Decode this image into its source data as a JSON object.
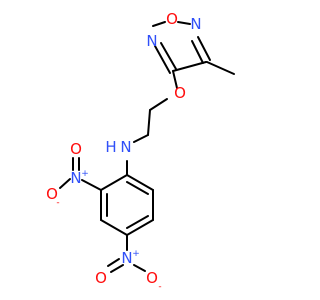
{
  "molecule": {
    "atoms": {
      "ring_o": "O",
      "ring_n_right": "N",
      "ring_n_left": "N",
      "ether_o": "O",
      "amine_n": "N",
      "amine_h": "H",
      "nitro1_n": "N",
      "nitro1_n_charge": "+",
      "nitro1_o_single": "O",
      "nitro1_o_single_charge": "-",
      "nitro1_o_double": "O",
      "nitro2_n": "N",
      "nitro2_n_charge": "+",
      "nitro2_o_single": "O",
      "nitro2_o_single_charge": "-",
      "nitro2_o_double": "O"
    }
  },
  "colors": {
    "bond": "#000000",
    "oxygen": "#ff0d0d",
    "nitrogen": "#3050f8"
  }
}
